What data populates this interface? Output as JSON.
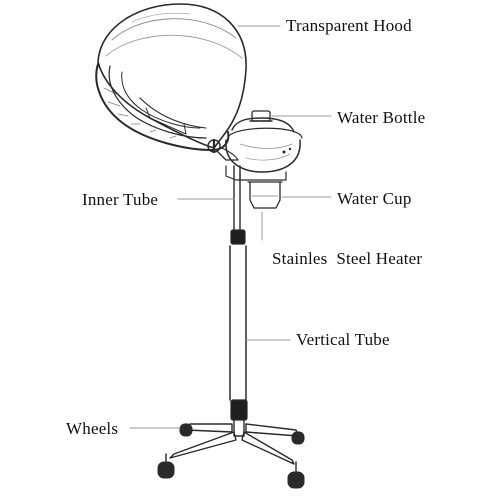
{
  "labels": {
    "transparent_hood": "Transparent Hood",
    "water_bottle": "Water Bottle",
    "inner_tube": "Inner Tube",
    "water_cup": "Water Cup",
    "stainless_steel_heater": "Stainles  Steel Heater",
    "vertical_tube": "Vertical Tube",
    "wheels": "Wheels"
  },
  "colors": {
    "line": "#2a2a2a",
    "leader": "#9a9a9a",
    "text": "#111111"
  }
}
